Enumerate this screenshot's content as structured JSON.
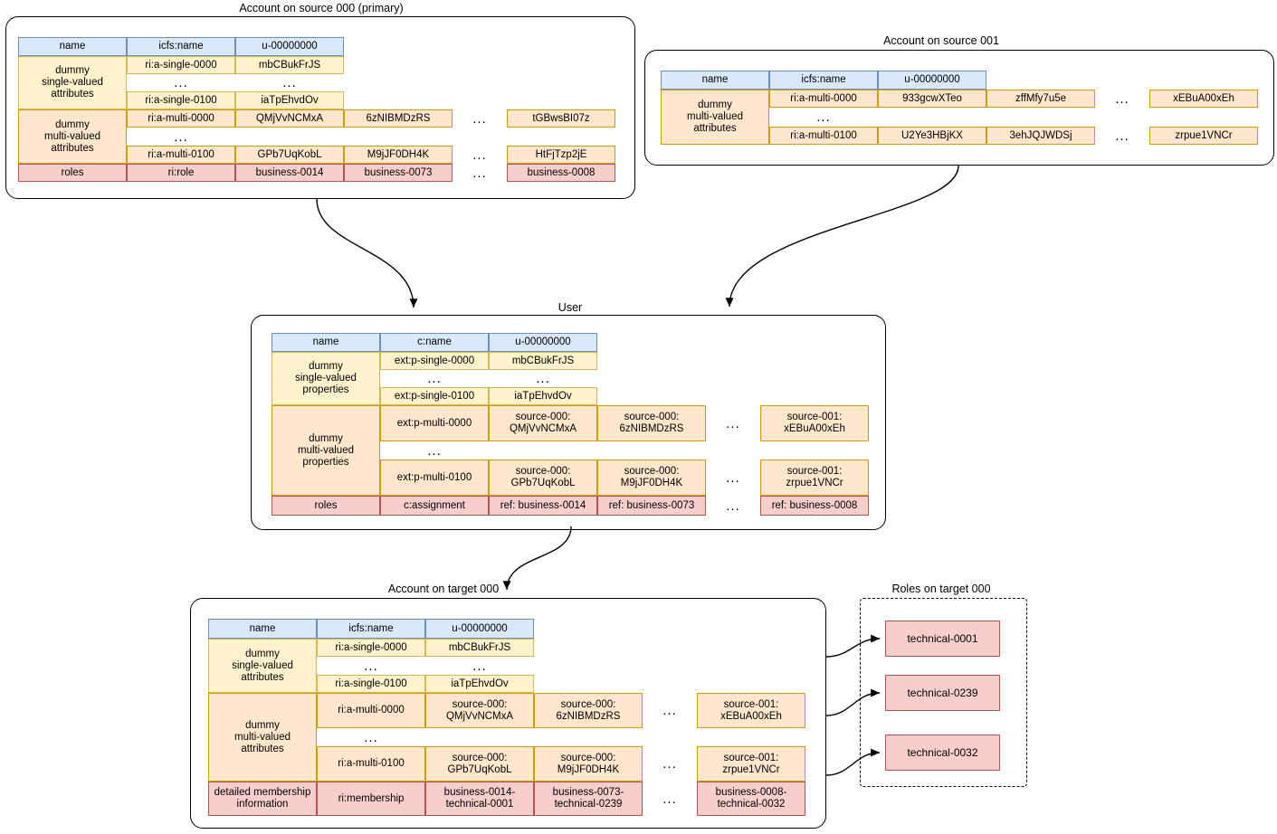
{
  "diagram": {
    "title": "Identity provisioning attribute mapping diagram",
    "colors": {
      "header_fill": "#dae8fc",
      "header_stroke": "#6c8ebf",
      "single_fill": "#fff2cc",
      "single_stroke": "#d6b656",
      "multi_fill": "#ffe6cc",
      "multi_stroke": "#d79b00",
      "roles_fill": "#f8cecc",
      "roles_stroke": "#b85450",
      "edge": "#000000"
    },
    "ellipsis": "..."
  },
  "groups": {
    "source000": {
      "title": "Account on source 000 (primary)",
      "rows": {
        "header": {
          "label": "name",
          "key": "icfs:name",
          "value": "u-00000000"
        },
        "single": {
          "label": "dummy\nsingle-valued\nattributes",
          "first_key": "ri:a-single-0000",
          "first_value": "mbCBukFrJS",
          "last_key": "ri:a-single-0100",
          "last_value": "iaTpEhvdOv"
        },
        "multi": {
          "label": "dummy\nmulti-valued\nattributes",
          "first_key": "ri:a-multi-0000",
          "first_values": [
            "QMjVvNCMxA",
            "6zNIBMDzRS"
          ],
          "first_last_value": "tGBwsBI07z",
          "last_key": "ri:a-multi-0100",
          "last_values": [
            "GPb7UqKobL",
            "M9jJF0DH4K"
          ],
          "last_last_value": "HtFjTzp2jE"
        },
        "roles": {
          "label": "roles",
          "key": "ri:role",
          "values": [
            "business-0014",
            "business-0073"
          ],
          "last_value": "business-0008"
        }
      }
    },
    "source001": {
      "title": "Account on source 001",
      "rows": {
        "header": {
          "label": "name",
          "key": "icfs:name",
          "value": "u-00000000"
        },
        "multi": {
          "label": "dummy\nmulti-valued\nattributes",
          "first_key": "ri:a-multi-0000",
          "first_values": [
            "933gcwXTeo",
            "zffMfy7u5e"
          ],
          "first_last_value": "xEBuA00xEh",
          "last_key": "ri:a-multi-0100",
          "last_values": [
            "U2Ye3HBjKX",
            "3ehJQJWDSj"
          ],
          "last_last_value": "zrpue1VNCr"
        }
      }
    },
    "user": {
      "title": "User",
      "rows": {
        "header": {
          "label": "name",
          "key": "c:name",
          "value": "u-00000000"
        },
        "single": {
          "label": "dummy\nsingle-valued\nproperties",
          "first_key": "ext:p-single-0000",
          "first_value": "mbCBukFrJS",
          "last_key": "ext:p-single-0100",
          "last_value": "iaTpEhvdOv"
        },
        "multi": {
          "label": "dummy\nmulti-valued\nproperties",
          "first_key": "ext:p-multi-0000",
          "first_values": [
            "source-000:\nQMjVvNCMxA",
            "source-000:\n6zNIBMDzRS"
          ],
          "first_last_value": "source-001:\nxEBuA00xEh",
          "last_key": "ext:p-multi-0100",
          "last_values": [
            "source-000:\nGPb7UqKobL",
            "source-000:\nM9jJF0DH4K"
          ],
          "last_last_value": "source-001:\nzrpue1VNCr"
        },
        "roles": {
          "label": "roles",
          "key": "c:assignment",
          "values": [
            "ref: business-0014",
            "ref: business-0073"
          ],
          "last_value": "ref: business-0008"
        }
      }
    },
    "target000": {
      "title": "Account on target 000",
      "rows": {
        "header": {
          "label": "name",
          "key": "icfs:name",
          "value": "u-00000000"
        },
        "single": {
          "label": "dummy\nsingle-valued\nattributes",
          "first_key": "ri:a-single-0000",
          "first_value": "mbCBukFrJS",
          "last_key": "ri:a-single-0100",
          "last_value": "iaTpEhvdOv"
        },
        "multi": {
          "label": "dummy\nmulti-valued\nattributes",
          "first_key": "ri:a-multi-0000",
          "first_values": [
            "source-000:\nQMjVvNCMxA",
            "source-000:\n6zNIBMDzRS"
          ],
          "first_last_value": "source-001:\nxEBuA00xEh",
          "last_key": "ri:a-multi-0100",
          "last_values": [
            "source-000:\nGPb7UqKobL",
            "source-000:\nM9jJF0DH4K"
          ],
          "last_last_value": "source-001:\nzrpue1VNCr"
        },
        "membership": {
          "label": "detailed membership\ninformation",
          "key": "ri:membership",
          "values": [
            "business-0014-\ntechnical-0001",
            "business-0073-\ntechnical-0239"
          ],
          "last_value": "business-0008-\ntechnical-0032"
        }
      }
    },
    "rolestarget": {
      "title": "Roles on target 000",
      "roles": [
        "technical-0001",
        "technical-0239",
        "technical-0032"
      ]
    }
  }
}
